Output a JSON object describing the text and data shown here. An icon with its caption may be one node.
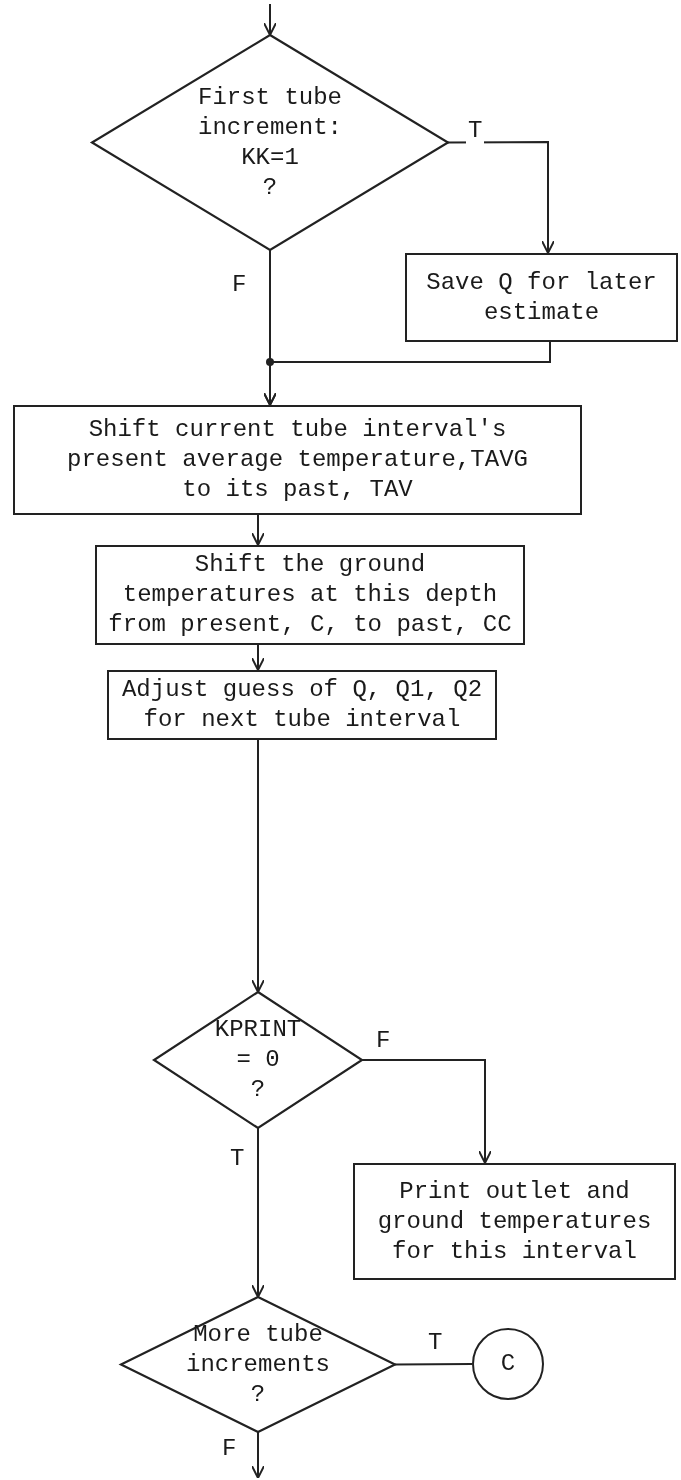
{
  "diagram": {
    "nodes": [
      {
        "text": [
          "First tube increment: KK=1",
          "?"
        ]
      },
      {
        "text": [
          "Save Q for later estimate"
        ]
      },
      {
        "text": [
          "Shift current tube interval's present average temperature,TAVG to its past, TAV"
        ]
      },
      {
        "text": [
          "Shift the ground temperatures at this depth from present, C, to past, CC"
        ]
      },
      {
        "text": [
          "Adjust guess of Q, Q1, Q2 for next tube interval"
        ]
      },
      {
        "text": [
          "KPRINT = 0",
          "?"
        ]
      },
      {
        "text": [
          "Print outlet and ground temperatures for this interval"
        ]
      },
      {
        "text": [
          "More tube increments",
          "?"
        ]
      },
      {
        "text": [
          "C"
        ]
      }
    ],
    "edges": [
      {
        "from": null,
        "to": 0,
        "arrow": "to"
      },
      {
        "from": 0,
        "to": 1,
        "arrow": "to",
        "label": "T"
      },
      {
        "from": 0,
        "to": 2,
        "arrow": "to",
        "label": "F"
      },
      {
        "from": 1,
        "to": 2,
        "arrow": "to"
      },
      {
        "from": 2,
        "to": 3,
        "arrow": "to"
      },
      {
        "from": 3,
        "to": 4,
        "arrow": "to"
      },
      {
        "from": 4,
        "to": 5,
        "arrow": "to"
      },
      {
        "from": 5,
        "to": 6,
        "arrow": "to",
        "label": "F"
      },
      {
        "from": 5,
        "to": 7,
        "arrow": "to",
        "label": "T"
      },
      {
        "from": 7,
        "to": 8,
        "arrow": "none",
        "label": "T"
      },
      {
        "from": 7,
        "to": null,
        "arrow": "to",
        "label": "F"
      }
    ]
  }
}
